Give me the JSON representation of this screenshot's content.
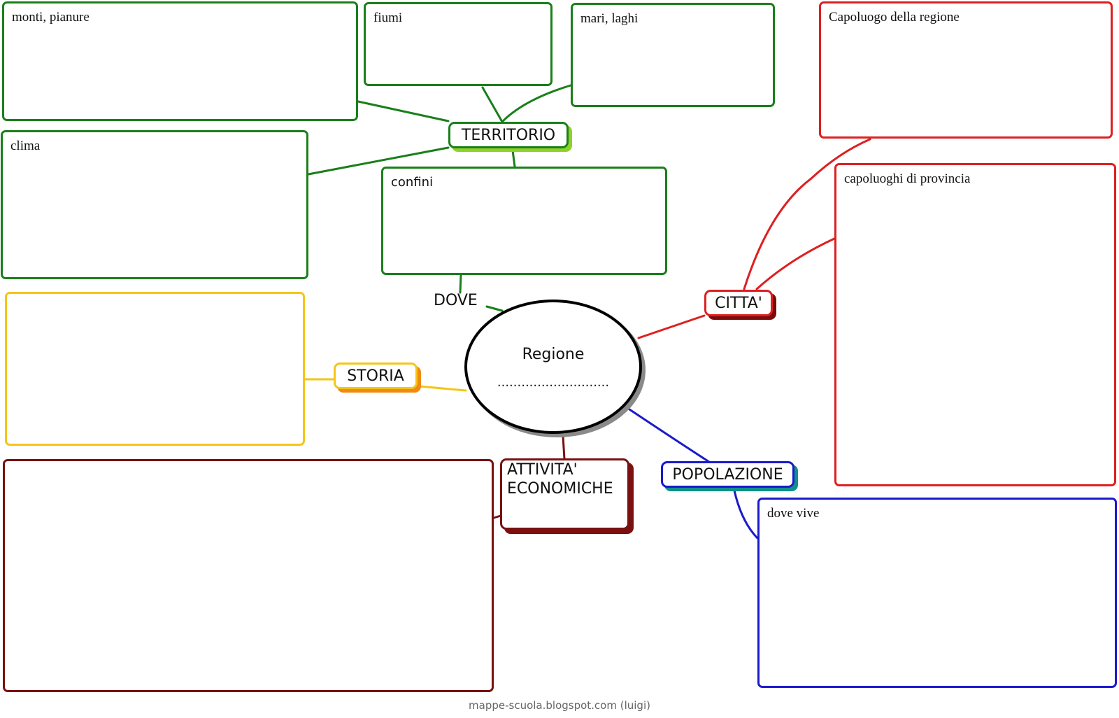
{
  "colors": {
    "territorio": "#1a7f1a",
    "territorio_shadow": "#8fd12a",
    "citta": "#dd2020",
    "citta_shadow": "#7a0c0c",
    "storia": "#f5c518",
    "storia_shadow": "#f08a10",
    "attivita": "#7a1010",
    "popolazione": "#1a1acc",
    "popolazione_shadow": "#10908a",
    "center_border": "#000000"
  },
  "center": {
    "title": "Regione",
    "dots": "............................"
  },
  "nodes": {
    "territorio": "TERRITORIO",
    "dove": "DOVE",
    "citta": "CITTA'",
    "storia": "STORIA",
    "attivita_line1": "ATTIVITA'",
    "attivita_line2": "ECONOMICHE",
    "popolazione": "POPOLAZIONE"
  },
  "boxes": {
    "monti": "monti, pianure",
    "fiumi": "fiumi",
    "mari": "mari, laghi",
    "clima": "clima",
    "confini": "confini",
    "capoluogo_regione": "Capoluogo della regione",
    "capoluoghi_provincia": "capoluoghi di provincia",
    "storia_box": "",
    "attivita_box": "",
    "dove_vive": "dove vive"
  },
  "footer": "mappe-scuola.blogspot.com (luigi)"
}
